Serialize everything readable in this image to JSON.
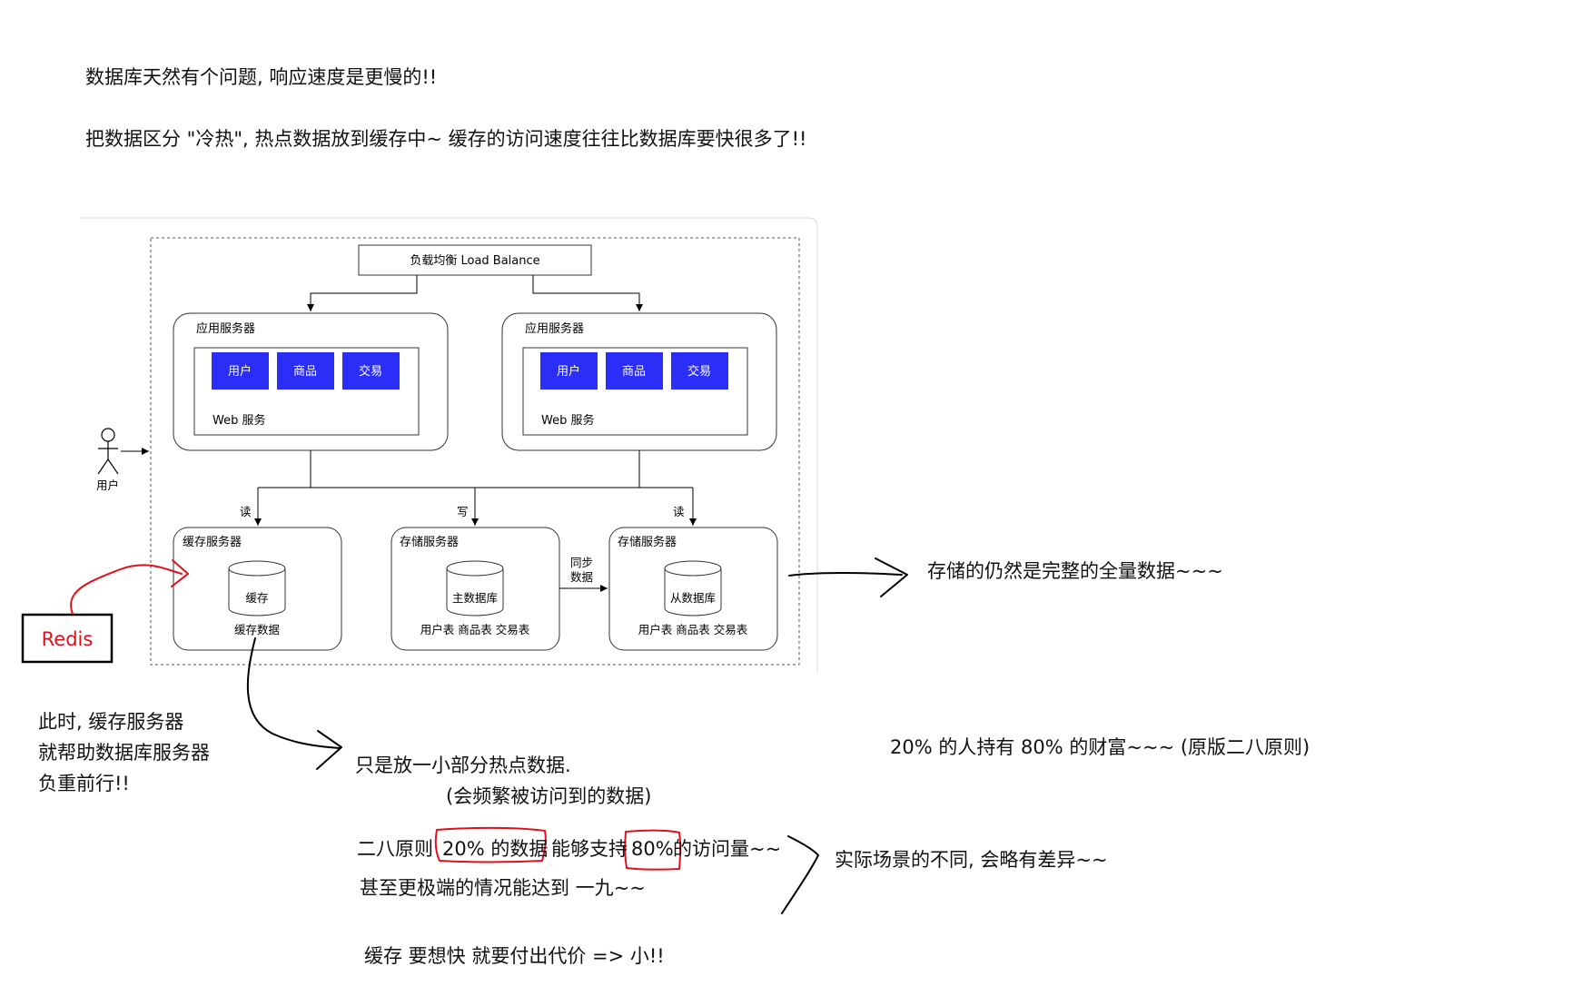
{
  "notes": {
    "line1": "数据库天然有个问题, 响应速度是更慢的!!",
    "line2": "把数据区分 \"冷热\", 热点数据放到缓存中~ 缓存的访问速度往往比数据库要快很多了!!",
    "storage_full": "存储的仍然是完整的全量数据~~~",
    "cache_help": [
      "此时, 缓存服务器",
      "就帮助数据库服务器",
      "负重前行!!"
    ],
    "hot_small": "只是放一小部分热点数据.",
    "hot_freq": "(会频繁被访问到的数据)",
    "pareto_original": "20% 的人持有 80% 的财富~~~ (原版二八原则)",
    "pareto_prefix": "二八原则",
    "pareto_data": "20% 的数据",
    "pareto_mid": "能够支持",
    "pareto_pct": "80%",
    "pareto_suffix": "的访问量~~",
    "extreme": "甚至更极端的情况能达到 一九~~",
    "scenario_diff": "实际场景的不同, 会略有差异~~",
    "cost": "缓存 要想快 就要付出代价 => 小!!",
    "redis": "Redis"
  },
  "diagram": {
    "load_balance": "负载均衡 Load Balance",
    "user": "用户",
    "app_servers": [
      {
        "title": "应用服务器",
        "web": "Web 服务",
        "modules": [
          "用户",
          "商品",
          "交易"
        ]
      },
      {
        "title": "应用服务器",
        "web": "Web 服务",
        "modules": [
          "用户",
          "商品",
          "交易"
        ]
      }
    ],
    "edge_read_1": "读",
    "edge_write": "写",
    "edge_read_2": "读",
    "sync_line1": "同步",
    "sync_line2": "数据",
    "cache_server": {
      "title": "缓存服务器",
      "db": "缓存",
      "caption": "缓存数据"
    },
    "storage_master": {
      "title": "存储服务器",
      "db": "主数据库",
      "caption": "用户表 商品表 交易表"
    },
    "storage_slave": {
      "title": "存储服务器",
      "db": "从数据库",
      "caption": "用户表 商品表 交易表"
    }
  },
  "colors": {
    "module_fill": "#2b2ef7",
    "redis_red": "#e0101a"
  }
}
